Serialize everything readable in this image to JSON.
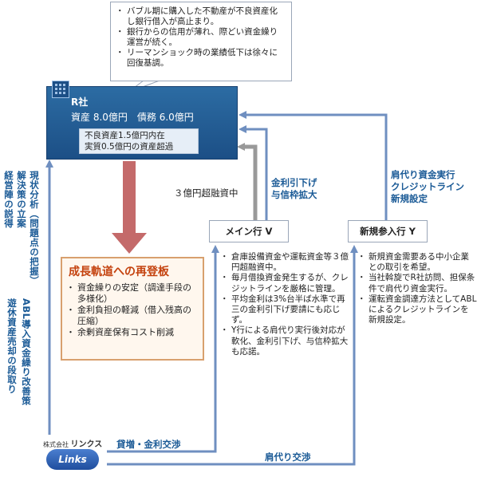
{
  "callout": {
    "items": [
      "バブル期に購入した不動産が不良資産化し銀行借入が高止まり。",
      "銀行からの信用が薄れ、際どい資金繰り運営が続く。",
      "リーマンショック時の業績低下は徐々に回復基調。"
    ]
  },
  "company": {
    "name": "R社",
    "assets_line": "資産 8.0億円　債務 6.0億円",
    "status_lines": [
      "不良資産1.5億円内在",
      "実質0.5億円の資産超過"
    ]
  },
  "growth": {
    "title": "成長軌道への再登板",
    "items": [
      "資金繰りの安定（調達手段の多様化）",
      "金利負担の軽減（借入残高の圧縮）",
      "余剰資産保有コスト削減"
    ]
  },
  "left_labels": {
    "col1": "現状分析（問題点の把握）",
    "col2": "解決策の立案",
    "col3": "経営陣の説得",
    "col4": "ABL導入資金繰り改善策",
    "col5": "遊休資産売却の段取り"
  },
  "bank_v": {
    "label": "メイン行 V",
    "notes": [
      "倉庫設備資金や運転資金等３億円超融資中。",
      "毎月借換資金発生するが、クレジットラインを厳格に管理。",
      "平均金利は3%台半ば水準で再三の金利引下げ要請にも応じず。",
      "Y行による肩代り実行後対応が軟化、金利引下げ、与信枠拡大も応諾。"
    ]
  },
  "bank_y": {
    "label": "新規参入行 Y",
    "notes": [
      "新規資金需要ある中小企業との取引を希望。",
      "当社斡旋でR社訪問、担保条件で肩代り資金実行。",
      "運転資金調達方法としてABLによるクレジットラインを新規設定。"
    ]
  },
  "arrows": {
    "v_to_r_gray": "３億円超融資中",
    "v_to_r_blue": [
      "金利引下げ",
      "与信枠拡大"
    ],
    "y_to_r": [
      "肩代り資金実行",
      "クレジットライン",
      "新規設定"
    ],
    "links_to_v": "貸増・金利交渉",
    "links_to_y": "肩代り交渉"
  },
  "links": {
    "small_prefix": "株式会社",
    "small_name": "リンクス",
    "logo_text": "Links"
  },
  "colors": {
    "navy": "#1c4f86",
    "arrow_blue": "#6f8fc0",
    "arrow_red": "#c46a6a",
    "gray": "#999999",
    "growth_title": "#c4420e"
  }
}
